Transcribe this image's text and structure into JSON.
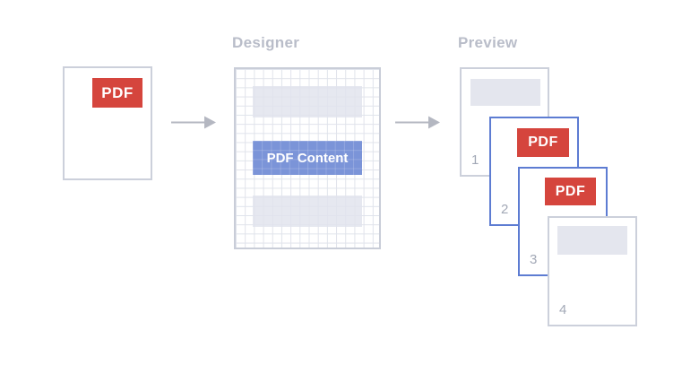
{
  "source": {
    "badge_label": "PDF"
  },
  "flow": {
    "arrow_icon": "right-arrow",
    "arrow_color": "#b4b7c1"
  },
  "designer": {
    "title": "Designer",
    "content_band_label": "PDF Content",
    "placeholder_bands": 2,
    "grid": "on"
  },
  "preview": {
    "title": "Preview",
    "pages": [
      {
        "number": "1",
        "content": "placeholder-band"
      },
      {
        "number": "2",
        "content": "pdf-badge",
        "badge_label": "PDF"
      },
      {
        "number": "3",
        "content": "pdf-badge",
        "badge_label": "PDF"
      },
      {
        "number": "4",
        "content": "placeholder-band"
      }
    ]
  },
  "colors": {
    "pdf_red": "#d5453d",
    "content_blue": "#7b94d8",
    "page_border_blue": "#5d7cd2",
    "page_border_gray": "#ccd0db",
    "band_gray": "#e4e6ee",
    "grid_line": "#e0e3eb",
    "title_gray": "#b9bdc9",
    "page_number_gray": "#a2a8b6",
    "arrow_gray": "#b4b7c1",
    "background": "#ffffff"
  }
}
